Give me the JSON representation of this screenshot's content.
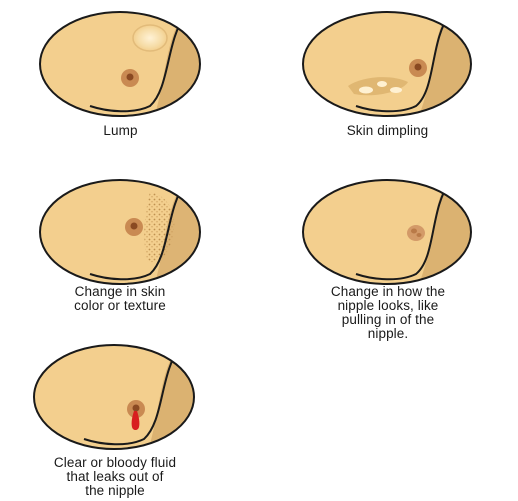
{
  "colors": {
    "skin": "#f3cf8e",
    "outline": "#1a1a1a",
    "areola": "#c98a52",
    "nipple": "#8a4a22",
    "shadow": "#c79a5a",
    "fluid": "#d81e1e"
  },
  "panels": [
    {
      "id": "lump",
      "caption": "Lump"
    },
    {
      "id": "skin-dimpling",
      "caption": "Skin dimpling"
    },
    {
      "id": "skin-color-texture",
      "caption": "Change in skin\ncolor or texture"
    },
    {
      "id": "nipple-change",
      "caption": "Change in how the\nnipple looks, like\npulling in of the\nnipple."
    },
    {
      "id": "nipple-discharge",
      "caption": "Clear or bloody fluid\nthat leaks out of\nthe nipple"
    }
  ]
}
